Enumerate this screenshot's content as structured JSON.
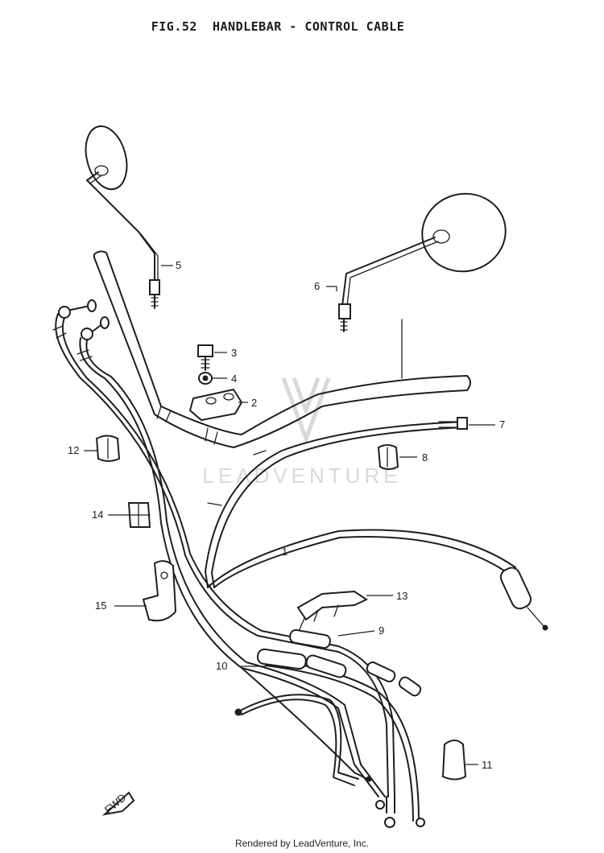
{
  "title": "FIG.52  HANDLEBAR - CONTROL CABLE",
  "watermark": "LEADVENTURE",
  "footer": "Rendered by LeadVenture, Inc.",
  "parts": [
    {
      "id": "p1",
      "label": "1"
    },
    {
      "id": "p2",
      "label": "2"
    },
    {
      "id": "p3",
      "label": "3"
    },
    {
      "id": "p4",
      "label": "4"
    },
    {
      "id": "p5",
      "label": "5"
    },
    {
      "id": "p6",
      "label": "6"
    },
    {
      "id": "p7",
      "label": "7"
    },
    {
      "id": "p8",
      "label": "8"
    },
    {
      "id": "p9",
      "label": "9"
    },
    {
      "id": "p10",
      "label": "10"
    },
    {
      "id": "p11",
      "label": "11"
    },
    {
      "id": "p12",
      "label": "12"
    },
    {
      "id": "p13",
      "label": "13"
    },
    {
      "id": "p14",
      "label": "14"
    },
    {
      "id": "p15",
      "label": "15"
    }
  ],
  "front_arrow": "FWD",
  "colors": {
    "ink": "#1e1e1e",
    "background": "#ffffff",
    "watermark": "#d9d9d9"
  }
}
